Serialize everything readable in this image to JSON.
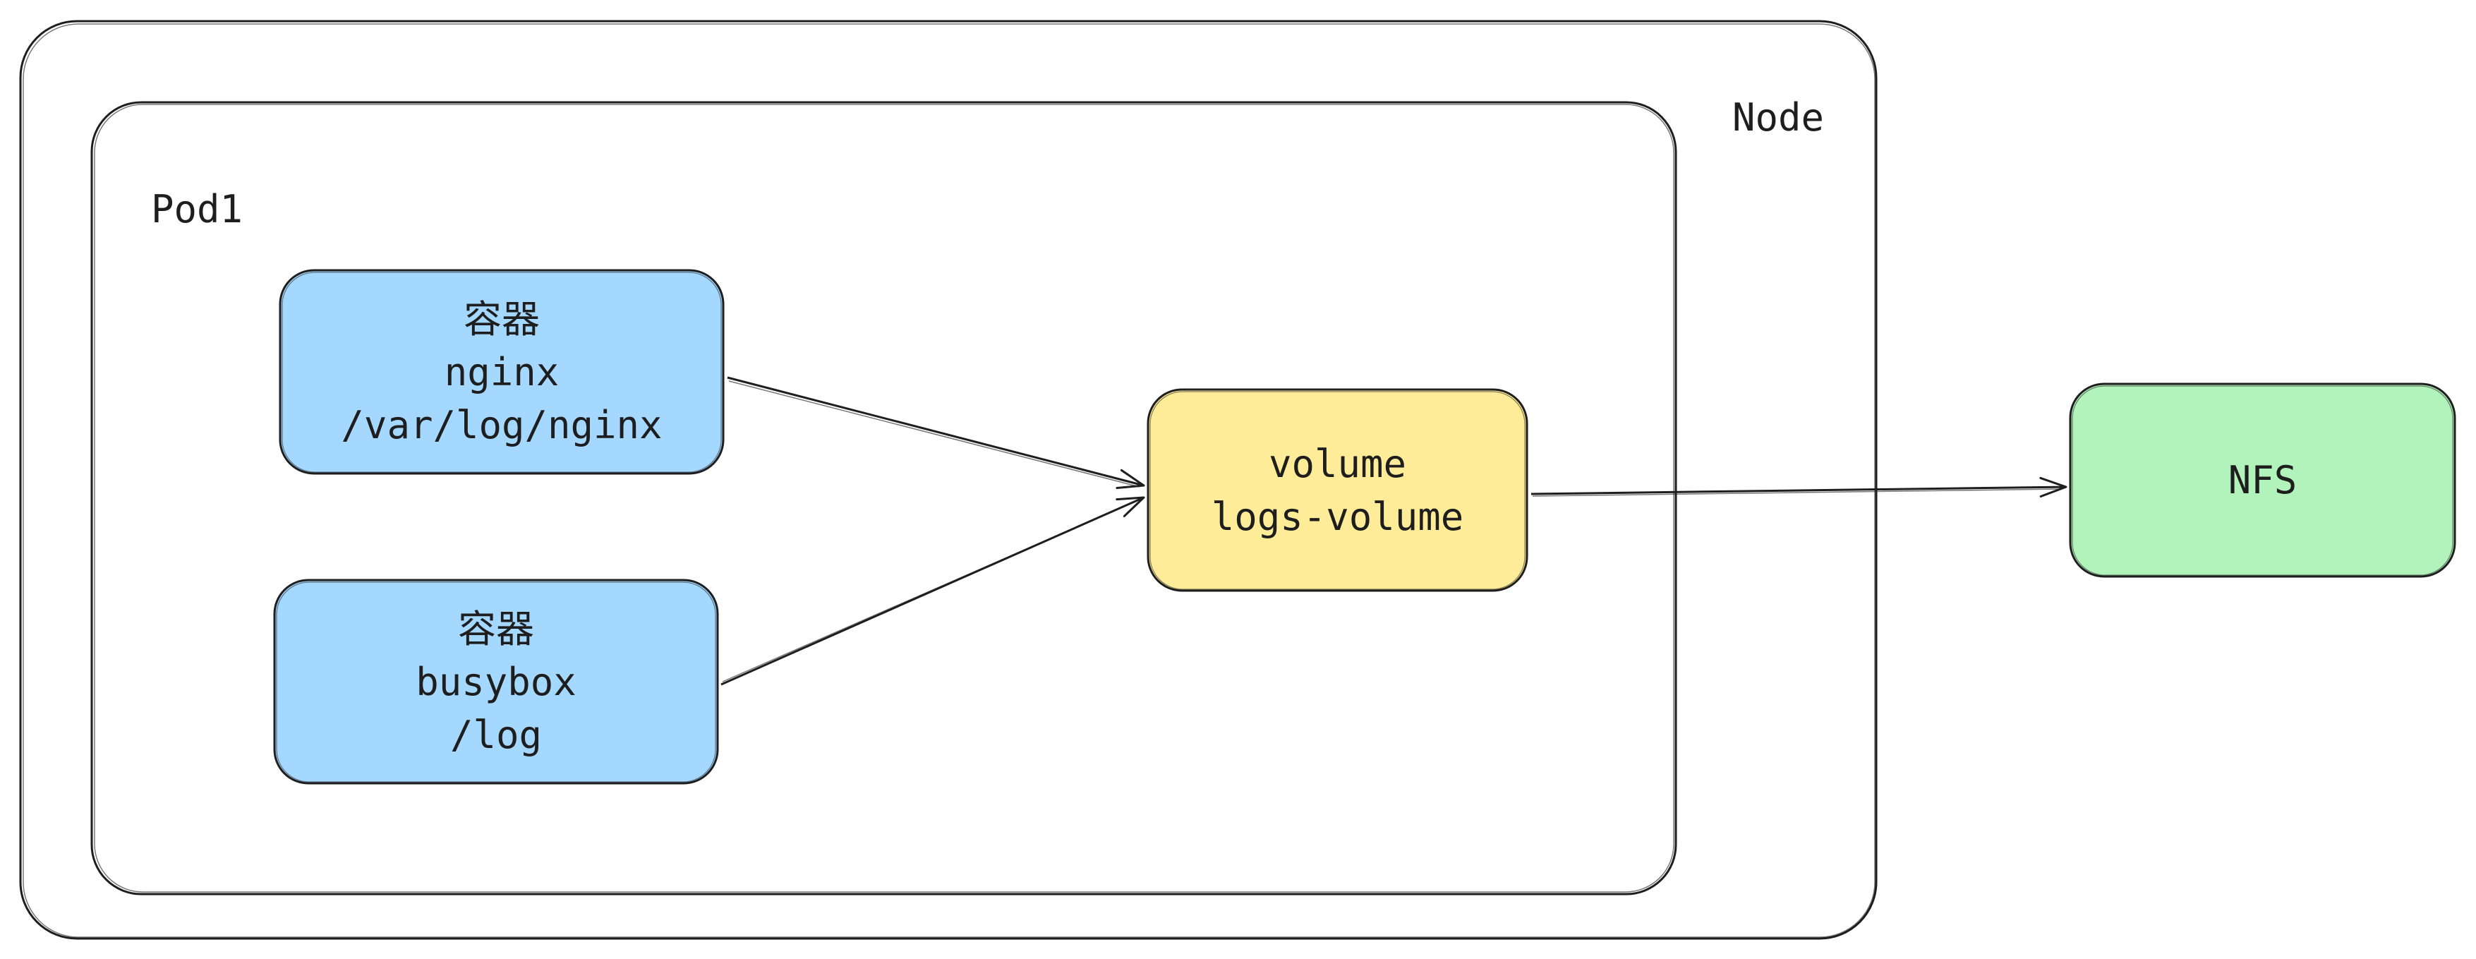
{
  "node": {
    "label": "Node"
  },
  "pod": {
    "label": "Pod1"
  },
  "containers": [
    {
      "kind": "容器",
      "name": "nginx",
      "path": "/var/log/nginx"
    },
    {
      "kind": "容器",
      "name": "busybox",
      "path": "/log"
    }
  ],
  "volume": {
    "kind": "volume",
    "name": "logs-volume"
  },
  "nfs": {
    "label": "NFS"
  },
  "colors": {
    "container_fill": "#a5d8ff",
    "volume_fill": "#ffec99",
    "nfs_fill": "#b2f2bb",
    "stroke": "#1e1e1e"
  }
}
